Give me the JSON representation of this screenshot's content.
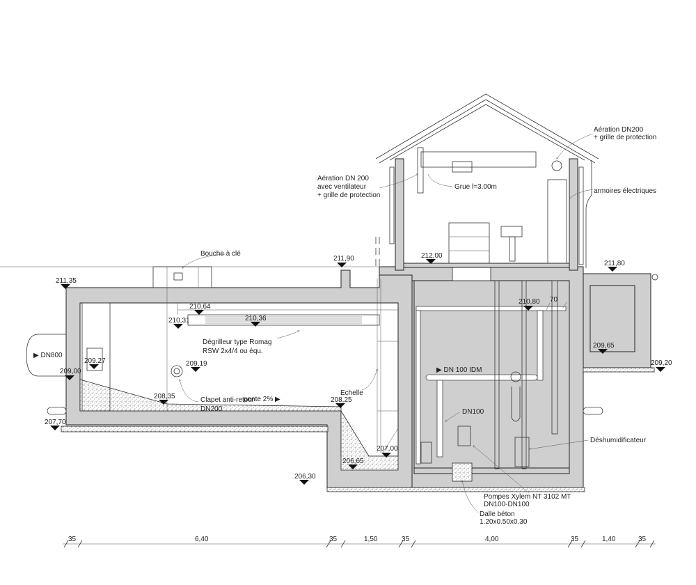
{
  "title": "Coupe station de pompage",
  "elevations": {
    "e1": "211,35",
    "e2": "211,90",
    "e3": "212,00",
    "e4": "211,80",
    "e5": "210,64",
    "e6": "210,31",
    "e7": "210,36",
    "e8": "210,80",
    "e9": "209,27",
    "e10": "209,19",
    "e11": "209,00",
    "e12": "209,65",
    "e13": "209,20",
    "e14": "208,35",
    "e15": "208,25",
    "e16": "207,70",
    "e17": "207,00",
    "e18": "206,65",
    "e19": "206,30"
  },
  "annotations": {
    "bouche": "Bouche à clé",
    "degrilleur_1": "Dégrilleur type Romag",
    "degrilleur_2": "RSW 2x4/4 ou équ.",
    "clapet_1": "Clapet anti-retour",
    "clapet_2": "DN200",
    "pente": "pente 2% ▶",
    "echelle": "Echelle",
    "dn800": "▶ DN800",
    "dn100_idm": "▶ DN 100 IDM",
    "dn100": "DN100",
    "deshum": "Déshumidificateur",
    "pompes_1": "Pompes Xylem NT 3102 MT",
    "pompes_2": "DN100-DN100",
    "dalle_1": "Dalle béton",
    "dalle_2": "1.20x0.50x0.30",
    "seventy": "70",
    "aer_left_1": "Aération DN 200",
    "aer_left_2": "avec ventilateur",
    "aer_left_3": "+ grille de protection",
    "grue": "Grue l=3.00m",
    "aer_right_1": "Aération DN200",
    "aer_right_2": "+ grille de protection",
    "armoires": "armoires électriques"
  },
  "dimensions": [
    "35",
    "6,40",
    "35",
    "1,50",
    "35",
    "4,00",
    "35",
    "1,40",
    "35"
  ]
}
